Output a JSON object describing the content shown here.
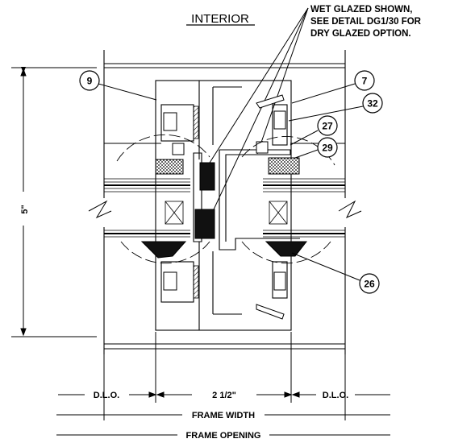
{
  "title": "INTERIOR",
  "note": {
    "line1": "WET GLAZED SHOWN,",
    "line2": "SEE DETAIL DG1/30 FOR",
    "line3": "DRY GLAZED OPTION."
  },
  "callouts": {
    "c9": "9",
    "c7": "7",
    "c32": "32",
    "c27": "27",
    "c29": "29",
    "c26": "26"
  },
  "dimensions": {
    "height": "5\"",
    "dlo_left": "D.L.O.",
    "mullion_width": "2 1/2\"",
    "dlo_right": "D.L.O.",
    "frame_width": "FRAME WIDTH",
    "frame_opening": "FRAME OPENING"
  }
}
